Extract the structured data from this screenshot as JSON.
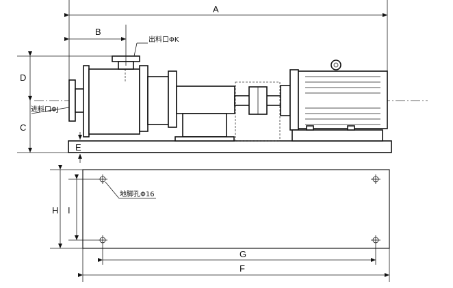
{
  "dimensions": {
    "A": "A",
    "B": "B",
    "C": "C",
    "D": "D",
    "E": "E",
    "F": "F",
    "G": "G",
    "H": "H",
    "I": "I"
  },
  "labels": {
    "outlet": "出料口ΦK",
    "inlet": "进料口ΦJ",
    "anchor_holes": "地脚孔Φ16"
  }
}
